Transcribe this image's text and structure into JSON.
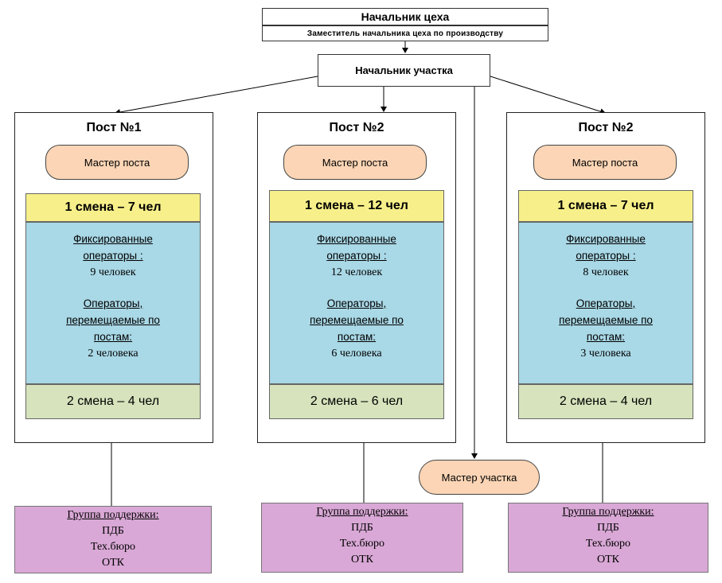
{
  "header": {
    "title": "Начальник цеха",
    "subtitle": "Заместитель начальника цеха по производству"
  },
  "area_head": "Начальник участка",
  "area_master": "Мастер участка",
  "posts": [
    {
      "title": "Пост №1",
      "master": "Мастер поста",
      "shift1": "1 смена – 7 чел",
      "fixed_label": [
        "Фиксированные",
        "операторы :"
      ],
      "fixed_count": "9 человек",
      "moving_label": [
        "Операторы,",
        "перемещаемые по",
        "постам:"
      ],
      "moving_count": "2 человека",
      "shift2": "2 смена – 4 чел"
    },
    {
      "title": "Пост №2",
      "master": "Мастер поста",
      "shift1": "1 смена – 12 чел",
      "fixed_label": [
        "Фиксированные",
        "операторы :"
      ],
      "fixed_count": "12 человек",
      "moving_label": [
        "Операторы,",
        "перемещаемые по",
        "постам:"
      ],
      "moving_count": "6 человека",
      "shift2": "2 смена – 6 чел"
    },
    {
      "title": "Пост №2",
      "master": "Мастер поста",
      "shift1": "1 смена – 7 чел",
      "fixed_label": [
        "Фиксированные",
        "операторы :"
      ],
      "fixed_count": "8 человек",
      "moving_label": [
        "Операторы,",
        "перемещаемые по",
        "постам:"
      ],
      "moving_count": "3 человека",
      "shift2": "2 смена – 4 чел"
    }
  ],
  "support": [
    {
      "title": "Группа поддержки:",
      "items": [
        "ПДБ",
        "Тех.бюро",
        "ОТК"
      ]
    },
    {
      "title": "Группа поддержки:",
      "items": [
        "ПДБ",
        "Тех.бюро",
        "ОТК"
      ]
    },
    {
      "title": "Группа поддержки:",
      "items": [
        "ПДБ",
        "Тех.бюро",
        "ОТК"
      ]
    }
  ],
  "colors": {
    "master_fill": "#fbd5b5",
    "shift1_fill": "#f7f08a",
    "operators_fill": "#a9d8e6",
    "shift2_fill": "#d6e3bc",
    "support_fill": "#d9a8d6"
  }
}
